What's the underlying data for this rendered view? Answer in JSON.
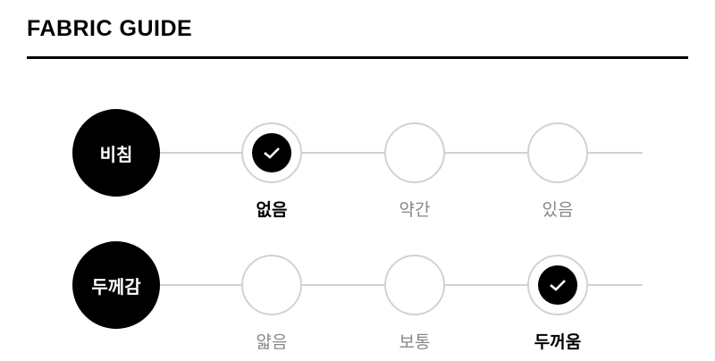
{
  "header": {
    "title": "FABRIC GUIDE"
  },
  "rows": [
    {
      "category": "비침",
      "options": [
        "없음",
        "약간",
        "있음"
      ],
      "selected": 0
    },
    {
      "category": "두께감",
      "options": [
        "얇음",
        "보통",
        "두꺼움"
      ],
      "selected": 2
    }
  ]
}
